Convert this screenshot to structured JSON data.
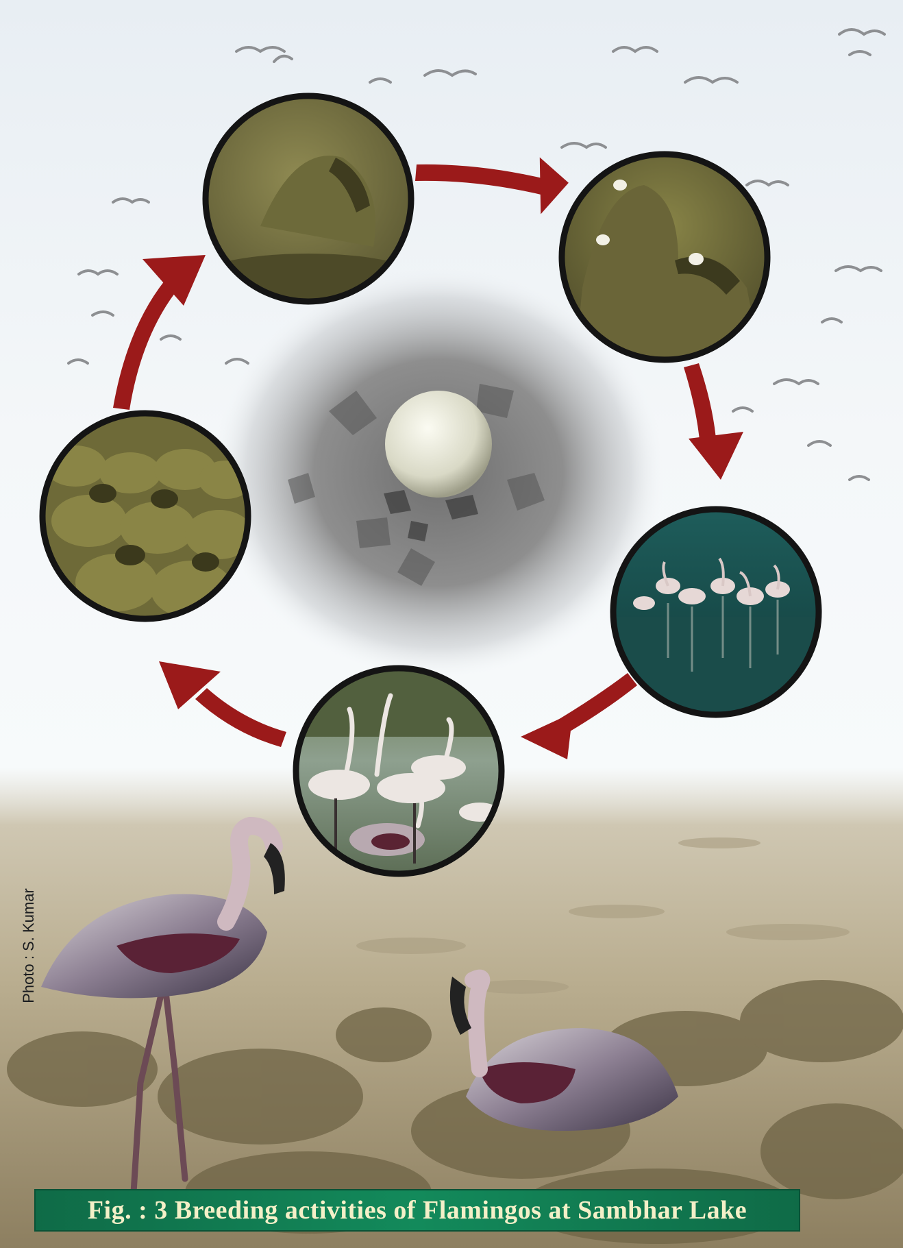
{
  "credit": {
    "text": "Photo : S. Kumar"
  },
  "caption": {
    "text": "Fig. : 3  Breeding activities of Flamingos at Sambhar Lake"
  },
  "colors": {
    "caption_background": "#138a5b",
    "caption_text": "#f4f0c8",
    "arrow": "#9b1a1a",
    "circle_border": "#141414"
  },
  "scene": {
    "description_icons": [
      "mud-mound-photo",
      "nest-with-eggs-photo",
      "flamingos-in-water-photo",
      "flamingo-flock-photo",
      "nest-colony-photo",
      "egg-on-nest-photo",
      "lesser-flamingo-photo"
    ]
  }
}
